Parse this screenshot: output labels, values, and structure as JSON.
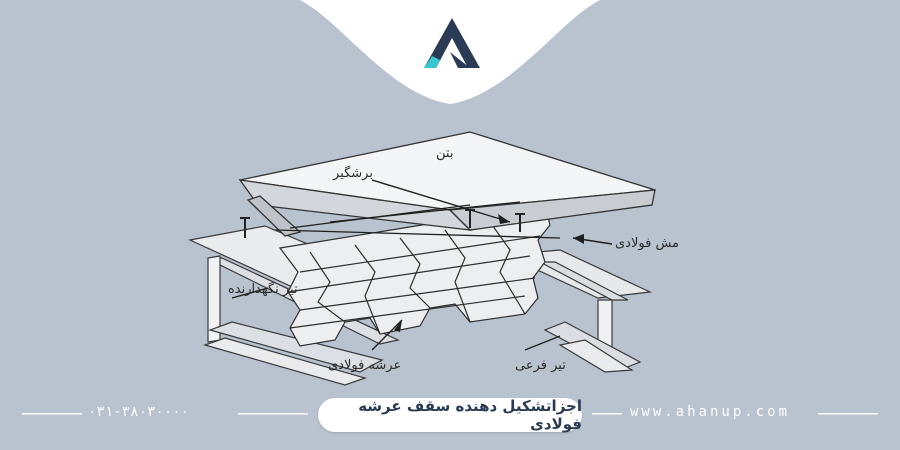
{
  "brand": {
    "primary": "#2b3a55",
    "accent": "#35c6d0"
  },
  "diagram": {
    "title": "اجزاتشکیل دهنده سقف عرشه فولادی",
    "labels": {
      "concrete": "بتن",
      "shear_stud": "برشگیر",
      "steel_mesh": "مش فولادی",
      "main_beam": "تیر نگهدارنده",
      "steel_deck": "عرشه فولادی",
      "joist": "تیر فرعی"
    }
  },
  "footer": {
    "phone": "۰۳۱-۳۸۰۳۰۰۰۰",
    "website": "www.ahanup.com"
  }
}
